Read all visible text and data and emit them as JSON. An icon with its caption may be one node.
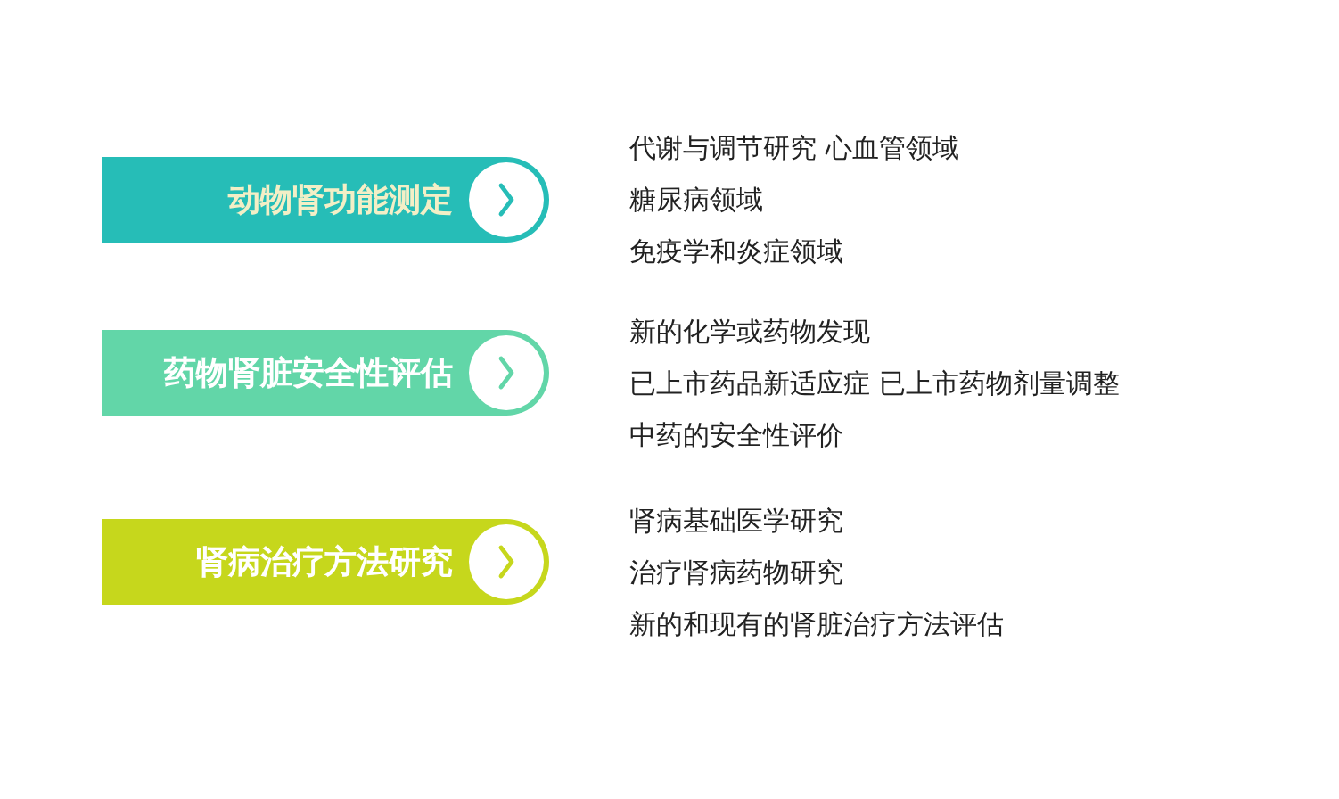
{
  "diagram": {
    "nodes": [
      {
        "text": [
          "动物肾功能测定"
        ],
        "beside": [
          "代谢与调节研究 心血管领域",
          "糖尿病领域",
          "免疫学和炎症领域"
        ]
      },
      {
        "text": [
          "药物肾脏安全性评估"
        ],
        "beside": [
          "新的化学或药物发现",
          "已上市药品新适应症 已上市药物剂量调整",
          "中药的安全性评价"
        ]
      },
      {
        "text": [
          "肾病治疗方法研究"
        ],
        "beside": [
          "肾病基础医学研究",
          "治疗肾病药物研究",
          "新的和现有的肾脏治疗方法评估"
        ]
      }
    ]
  }
}
